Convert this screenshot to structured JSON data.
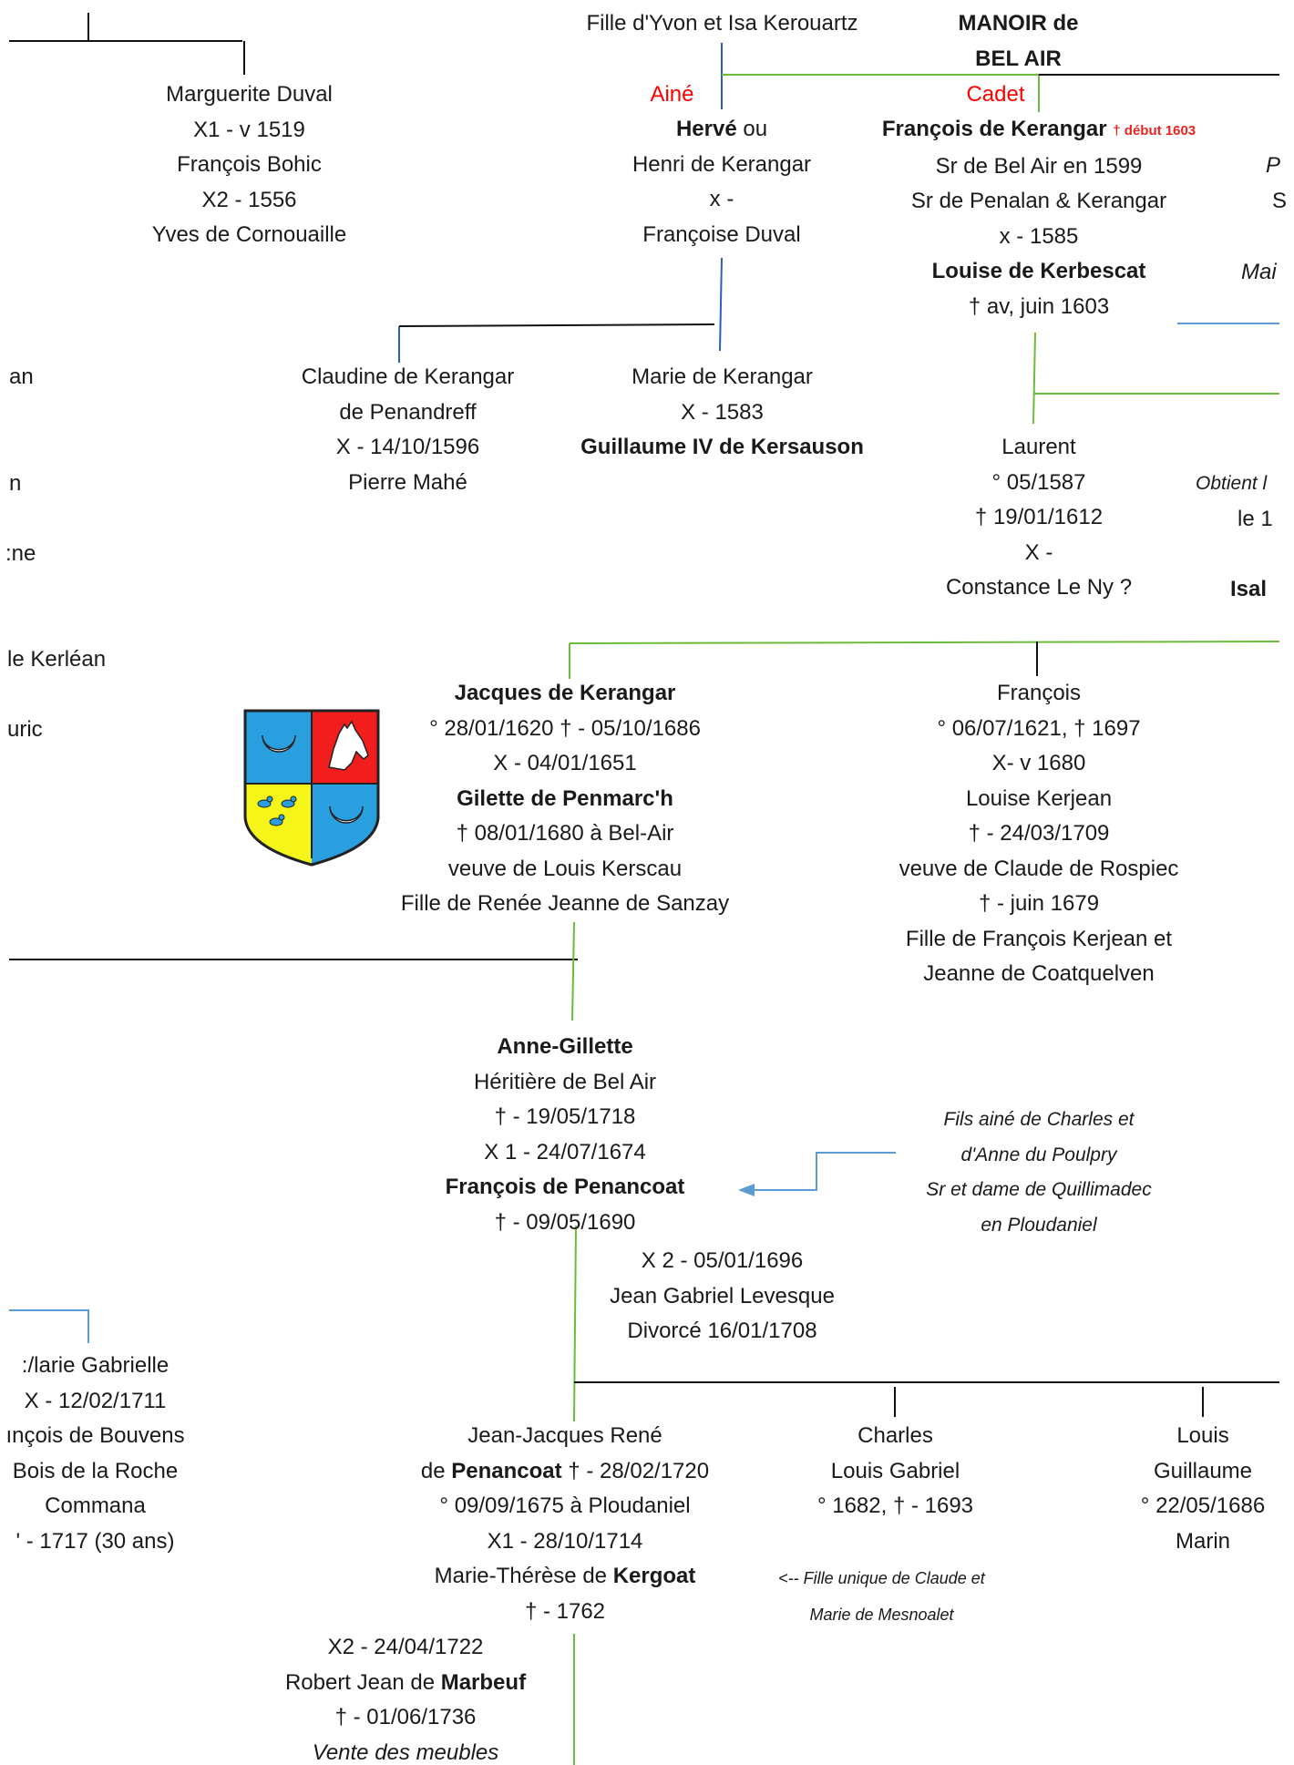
{
  "tree": {
    "top_left": {
      "name": "Marguerite Duval",
      "lines": [
        "X1 - v 1519",
        "François Bohic",
        "X2 - 1556",
        "Yves de Cornouaille"
      ]
    },
    "daughter_of": "Fille d'Yvon et Isa Kerouartz",
    "manor": [
      "MANOIR de",
      "BEL AIR"
    ],
    "labels": {
      "aine": "Ainé",
      "cadet": "Cadet"
    },
    "herve": {
      "name_bold": "Hervé",
      "name_rest": " ou",
      "lines": [
        "Henri de Kerangar",
        "x -",
        "Françoise Duval"
      ]
    },
    "francois_kerangar": {
      "name": "François de Kerangar",
      "death_note": "† début 1603",
      "lines": [
        "Sr de Bel Air en 1599",
        "Sr de Penalan & Kerangar",
        "x - 1585"
      ],
      "spouse": "Louise de Kerbescat",
      "spouse_death": "† av, juin 1603"
    },
    "claudine": {
      "lines": [
        "Claudine de Kerangar",
        "de Penandreff",
        "X - 14/10/1596",
        "Pierre Mahé"
      ]
    },
    "marie": {
      "lines": [
        "Marie de Kerangar",
        "X - 1583"
      ],
      "spouse": "Guillaume IV de Kersauson"
    },
    "laurent": {
      "lines": [
        "Laurent",
        "° 05/1587",
        "† 19/01/1612",
        "X -",
        "Constance Le Ny ?"
      ]
    },
    "jacques": {
      "name": "Jacques de Kerangar",
      "lines_a": [
        "° 28/01/1620 † - 05/10/1686",
        "X - 04/01/1651"
      ],
      "spouse": "Gilette de Penmarc'h",
      "lines_b": [
        "† 08/01/1680 à Bel-Air",
        "veuve de Louis Kerscau",
        "Fille de Renée Jeanne de Sanzay"
      ]
    },
    "francois_1621": {
      "lines": [
        "François",
        "° 06/07/1621, † 1697",
        "X- v 1680",
        "Louise Kerjean",
        "† - 24/03/1709",
        "veuve de Claude de Rospiec",
        "† - juin 1679",
        "Fille de François Kerjean et",
        "Jeanne de Coatquelven"
      ]
    },
    "anne_gillette": {
      "name": "Anne-Gillette",
      "lines_a": [
        "Héritière de Bel Air",
        "† - 19/05/1718",
        "X 1 - 24/07/1674"
      ],
      "spouse": "François de Penancoat",
      "lines_b": [
        "† - 09/05/1690"
      ]
    },
    "penancoat_note": [
      "Fils ainé de Charles et",
      "d'Anne du Poulpry",
      "Sr et dame de Quillimadec",
      "en Ploudaniel"
    ],
    "second_marriage": [
      "X 2 - 05/01/1696",
      "Jean Gabriel Levesque",
      "Divorcé 16/01/1708"
    ],
    "jean_jacques": {
      "line1": "Jean-Jacques René",
      "line2_pre": "de ",
      "line2_bold": "Penancoat",
      "line2_post": " † - 28/02/1720",
      "lines_a": [
        "° 09/09/1675 à Ploudaniel",
        "X1 - 28/10/1714"
      ],
      "spouse_pre": "Marie-Thérèse de ",
      "spouse_bold": "Kergoat",
      "lines_b": [
        "† - 1762"
      ]
    },
    "kergoat_note": [
      "<-- Fille unique de Claude et",
      "Marie de Mesnoalet"
    ],
    "charles": {
      "lines": [
        "Charles",
        "Louis Gabriel",
        "° 1682, † - 1693"
      ]
    },
    "louis": {
      "lines": [
        "Louis",
        "Guillaume",
        "° 22/05/1686",
        "Marin"
      ]
    },
    "marbeuf": {
      "line1": "X2 - 24/04/1722",
      "line2_pre": "Robert Jean de ",
      "line2_bold": "Marbeuf",
      "line3": "† - 01/06/1736",
      "note": "Vente des meubles"
    },
    "left_edge": {
      "an": "an",
      "n": "n",
      "ne": ":ne",
      "kerlean": "le Kerléan",
      "uric": "uric"
    },
    "marie_gabrielle": [
      ":/larie Gabrielle",
      "X - 12/02/1711",
      "ınçois de Bouvens",
      "Bois de la Roche",
      "Commana",
      "' - 1717 (30 ans)"
    ],
    "right_edge": {
      "p": "P",
      "s": "S",
      "mai": "Mai",
      "obtient": "Obtient l",
      "le1": "le 1",
      "isal": "Isal"
    }
  },
  "crest": {
    "quarters": [
      "crescent on blue",
      "horse head on red",
      "three ducks on yellow",
      "crescent on blue"
    ],
    "colors": {
      "blue": "#2a9fe0",
      "red": "#f21d1d",
      "yellow": "#f5f51a"
    }
  },
  "line_colors": {
    "black": "#111111",
    "blue": "#2b5fb8",
    "green": "#6dbb3a",
    "light_blue": "#5b9bd5"
  }
}
